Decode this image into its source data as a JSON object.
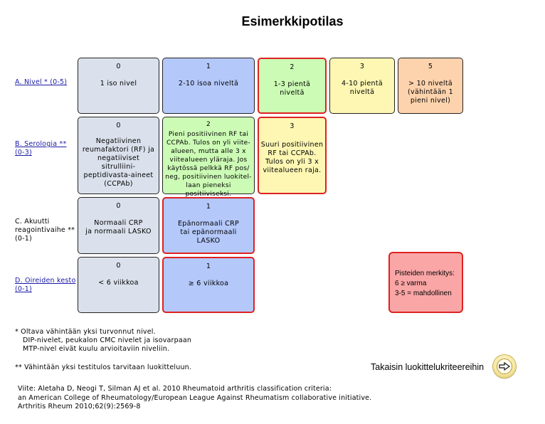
{
  "title": "Esimerkkipotilas",
  "rows": [
    {
      "label": "A. Nivel * (0-5)",
      "label_lines": [
        "A. Nivel * (0-5)"
      ],
      "link": true,
      "cells": [
        {
          "score": "0",
          "desc": [
            "1 iso nivel"
          ],
          "color": "gray",
          "selected": false
        },
        {
          "score": "1",
          "desc": [
            "2-10 isoa niveltä"
          ],
          "color": "blue",
          "selected": false
        },
        {
          "score": "2",
          "desc": [
            "1-3 pientä niveltä"
          ],
          "color": "green",
          "selected": true
        },
        {
          "score": "3",
          "desc": [
            "4-10 pientä",
            "niveltä"
          ],
          "color": "yellow",
          "selected": false
        },
        {
          "score": "5",
          "desc": [
            "> 10 niveltä",
            "(vähintään 1",
            "pieni nivel)"
          ],
          "color": "orange",
          "selected": false
        }
      ]
    },
    {
      "label": "B. Serologia ** (0-3)",
      "label_lines": [
        "B. Serologia **",
        "(0-3)"
      ],
      "link": true,
      "cells": [
        {
          "score": "0",
          "desc": [
            "Negatiivinen",
            "reumafaktori (RF) ja",
            "negatiiviset sitrulliini-",
            "peptidivasta-aineet",
            "(CCPAb)"
          ],
          "color": "gray",
          "selected": false
        },
        {
          "score": "2",
          "desc": [
            "Pieni positiivinen RF tai",
            "CCPAb. Tulos on yli viite-",
            "alueen, mutta alle 3 x",
            "viitealueen yläraja. Jos",
            "käytössä pelkkä RF pos/",
            "neg, positiivinen luokitel-",
            "laan pieneksi positiiviseksi."
          ],
          "color": "green",
          "selected": false
        },
        {
          "score": "3",
          "desc": [
            "Suuri positiivinen",
            "RF tai CCPAb.",
            "Tulos on yli 3 x",
            "viitealueen raja."
          ],
          "color": "yellow",
          "selected": true
        }
      ]
    },
    {
      "label": "C. Akuutti reagointivaihe ** (0-1)",
      "label_lines": [
        "C. Akuutti",
        "reagointivaihe **",
        "(0-1)"
      ],
      "link": false,
      "cells": [
        {
          "score": "0",
          "desc": [
            "Normaali CRP",
            "ja normaali LASKO"
          ],
          "color": "gray",
          "selected": false
        },
        {
          "score": "1",
          "desc": [
            "Epänormaali CRP",
            "tai epänormaali",
            "LASKO"
          ],
          "color": "blue",
          "selected": true
        }
      ]
    },
    {
      "label": "D. Oireiden kesto (0-1)",
      "label_lines": [
        "D. Oireiden kesto",
        "(0-1)"
      ],
      "link": true,
      "cells": [
        {
          "score": "0",
          "desc": [
            "< 6 viikkoa"
          ],
          "color": "gray",
          "selected": false
        },
        {
          "score": "1",
          "desc": [
            "≥ 6 viikkoa"
          ],
          "color": "blue",
          "selected": true
        }
      ]
    }
  ],
  "legend": {
    "lines": [
      "Pisteiden merkitys:",
      "6 ≥ varma",
      "3-5 = mahdollinen"
    ]
  },
  "footnotes": {
    "star": [
      "* Oltava vähintään yksi turvonnut nivel.",
      "DIP-nivelet, peukalon CMC nivelet ja isovarpaan",
      "MTP-nivel eivät kuulu arvioitaviin niveliin."
    ],
    "double_star": "** Vähintään yksi testitulos tarvitaan luokitteluun."
  },
  "back_button": {
    "label": "Takaisin luokittelukriteereihin",
    "icon": "arrow-right-icon"
  },
  "reference": [
    "Viite:  Aletaha D, Neogi T, Silman AJ et al. 2010 Rheumatoid arthritis classification criteria:",
    "an American College of Rheumatology/European League Against Rheumatism collaborative initiative.",
    "Arthritis Rheum 2010;62(9):2569-8"
  ],
  "colors": {
    "gray": "#dbe1ec",
    "blue": "#b4c8fa",
    "green": "#ccfbb5",
    "yellow": "#fdf7b3",
    "orange": "#fdd3ae",
    "selected_border": "#dd2222",
    "legend_bg": "#fba6a6"
  }
}
